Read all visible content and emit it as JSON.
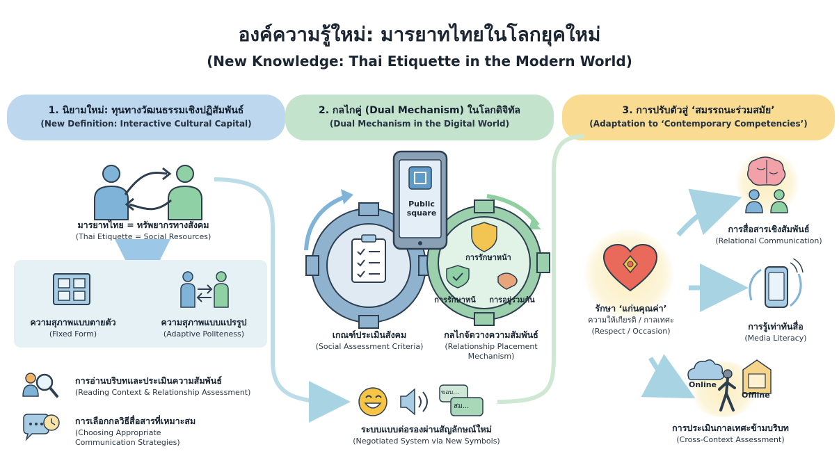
{
  "header": {
    "title": "องค์ความรู้ใหม่: มารยาทไทยในโลกยุคใหม่",
    "subtitle": "(New Knowledge: Thai Etiquette in the Modern World)"
  },
  "colors": {
    "blue_pill": "#bdd7ee",
    "green_pill": "#c3e3cd",
    "yellow_pill": "#f9dc91",
    "gear_blue": "#8fb3cf",
    "gear_green": "#9ccfab",
    "arrow": "#a7d3e3",
    "heart": "#e9695b"
  },
  "section1": {
    "heading": "1. นิยามใหม่: ทุนทางวัฒนธรรมเชิงปฏิสัมพันธ์",
    "heading_en": "(New Definition: Interactive Cultural Capital)",
    "main_label": "มารยาทไทย = ทรัพยากรทางสังคม",
    "main_label_en": "(Thai Etiquette = Social Resources)",
    "fixed_label": "ความสุภาพแบบตายตัว",
    "fixed_label_en": "(Fixed Form)",
    "adaptive_label": "ความสุภาพแบบแปรรูป",
    "adaptive_label_en": "(Adaptive Politeness)",
    "reading_label": "การอ่านบริบทและประเมินความสัมพันธ์",
    "reading_label_en": "(Reading Context & Relationship Assessment)",
    "choosing_label": "การเลือกกลวิธีสื่อสารที่เหมาะสม",
    "choosing_label_en_1": "(Choosing Appropriate",
    "choosing_label_en_2": "Communication Strategies)"
  },
  "section2": {
    "heading": "2. กลไกคู่ (Dual Mechanism) ในโลกดิจิทัล",
    "heading_en": "(Dual Mechanism in the Digital World)",
    "phone_line1": "Public",
    "phone_line2": "square",
    "face_saving": "การรักษาหน้า",
    "face_saving_2": "การรักษาหน้",
    "coexistence": "การอยู่ร่วมกัน",
    "criteria_label": "เกณฑ์ประเมินสังคม",
    "criteria_label_en": "(Social Assessment Criteria)",
    "placement_label": "กลไกจัดวางความสัมพันธ์",
    "placement_label_en_1": "(Relationship Placement",
    "placement_label_en_2": "Mechanism)",
    "bubble1": "ขอบ...",
    "bubble2": "สม...",
    "negotiated_label": "ระบบแบบต่อรองผ่านสัญลักษณ์ใหม่",
    "negotiated_label_en": "(Negotiated System via New Symbols)"
  },
  "section3": {
    "heading": "3. การปรับตัวสู่ ‘สมรรถนะร่วมสมัย’",
    "heading_en": "(Adaptation to ‘Contemporary Competencies’)",
    "core_label": "รักษา ‘แก่นคุณค่า’",
    "core_sub": "ความให้เกียรติ / กาลเทศะ",
    "core_sub_en": "(Respect / Occasion)",
    "relational_label": "การสื่อสารเชิงสัมพันธ์",
    "relational_label_en": "(Relational Communication)",
    "media_label": "การรู้เท่าทันสื่อ",
    "media_label_en": "(Media Literacy)",
    "online": "Online",
    "offline": "Offline",
    "cross_label": "การประเมินกาลเทศะข้ามบริบท",
    "cross_label_en": "(Cross-Context Assessment)"
  }
}
